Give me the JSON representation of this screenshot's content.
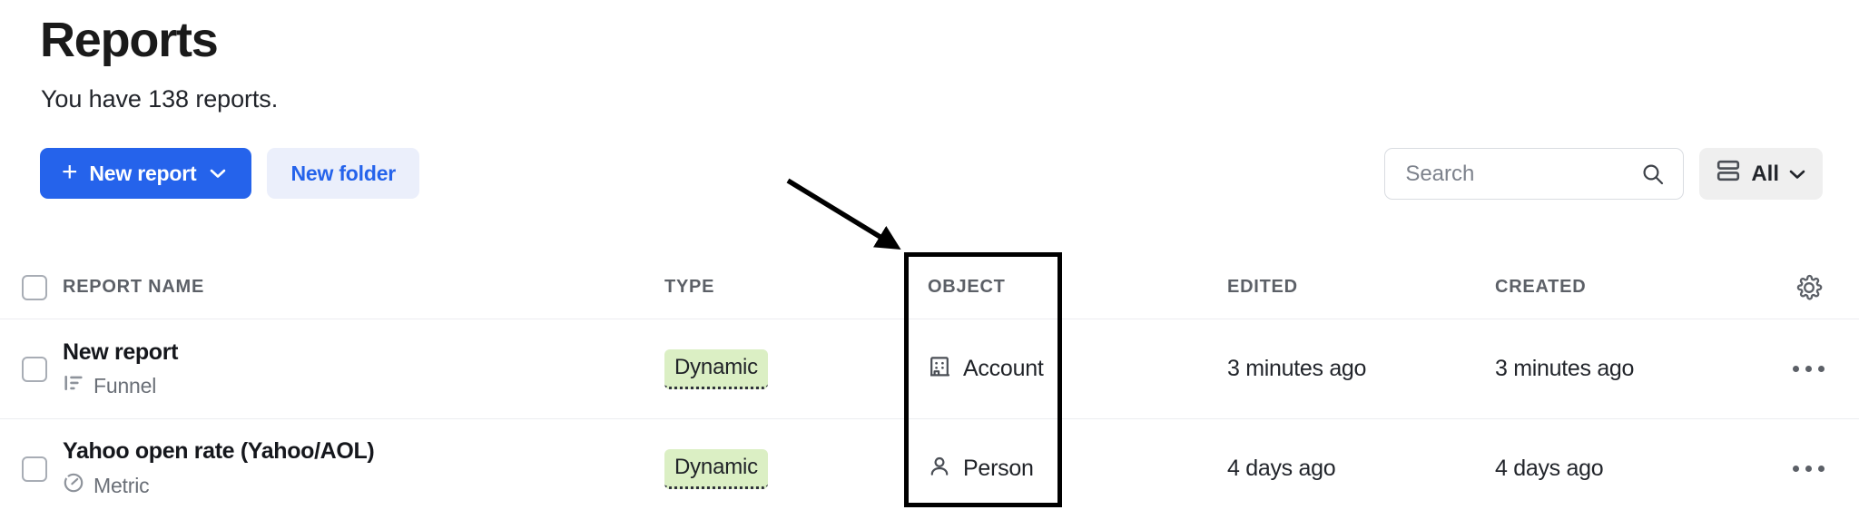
{
  "header": {
    "title": "Reports",
    "subtitle": "You have 138 reports.",
    "report_count": 138
  },
  "toolbar": {
    "new_report_label": "New report",
    "new_report_icon": "plus-icon",
    "new_report_caret_icon": "chevron-down-icon",
    "new_folder_label": "New folder",
    "primary_color": "#2563EB",
    "secondary_bg": "#EBEFFB"
  },
  "search": {
    "placeholder": "Search",
    "value": "",
    "icon": "search-icon"
  },
  "filter": {
    "label": "All",
    "icon": "rows-icon",
    "caret_icon": "chevron-down-icon"
  },
  "table": {
    "columns": {
      "report_name": "REPORT NAME",
      "type": "TYPE",
      "object": "OBJECT",
      "edited": "EDITED",
      "created": "CREATED",
      "settings_icon": "gear-icon"
    },
    "rows": [
      {
        "name": "New report",
        "subtype": "Funnel",
        "subtype_icon": "funnel-icon",
        "type": "Dynamic",
        "type_badge_color": "#DBEFC4",
        "object": "Account",
        "object_icon": "building-icon",
        "edited": "3 minutes ago",
        "created": "3 minutes ago",
        "menu_icon": "ellipsis-icon",
        "selected": false
      },
      {
        "name": "Yahoo open rate (Yahoo/AOL)",
        "subtype": "Metric",
        "subtype_icon": "gauge-icon",
        "type": "Dynamic",
        "type_badge_color": "#DBEFC4",
        "object": "Person",
        "object_icon": "person-icon",
        "edited": "4 days ago",
        "created": "4 days ago",
        "menu_icon": "ellipsis-icon",
        "selected": false
      }
    ]
  },
  "annotation": {
    "highlight_shape": "rectangle",
    "highlight_target": "object-column",
    "arrow_icon": "arrow-pointer",
    "stroke_color": "#000000"
  }
}
